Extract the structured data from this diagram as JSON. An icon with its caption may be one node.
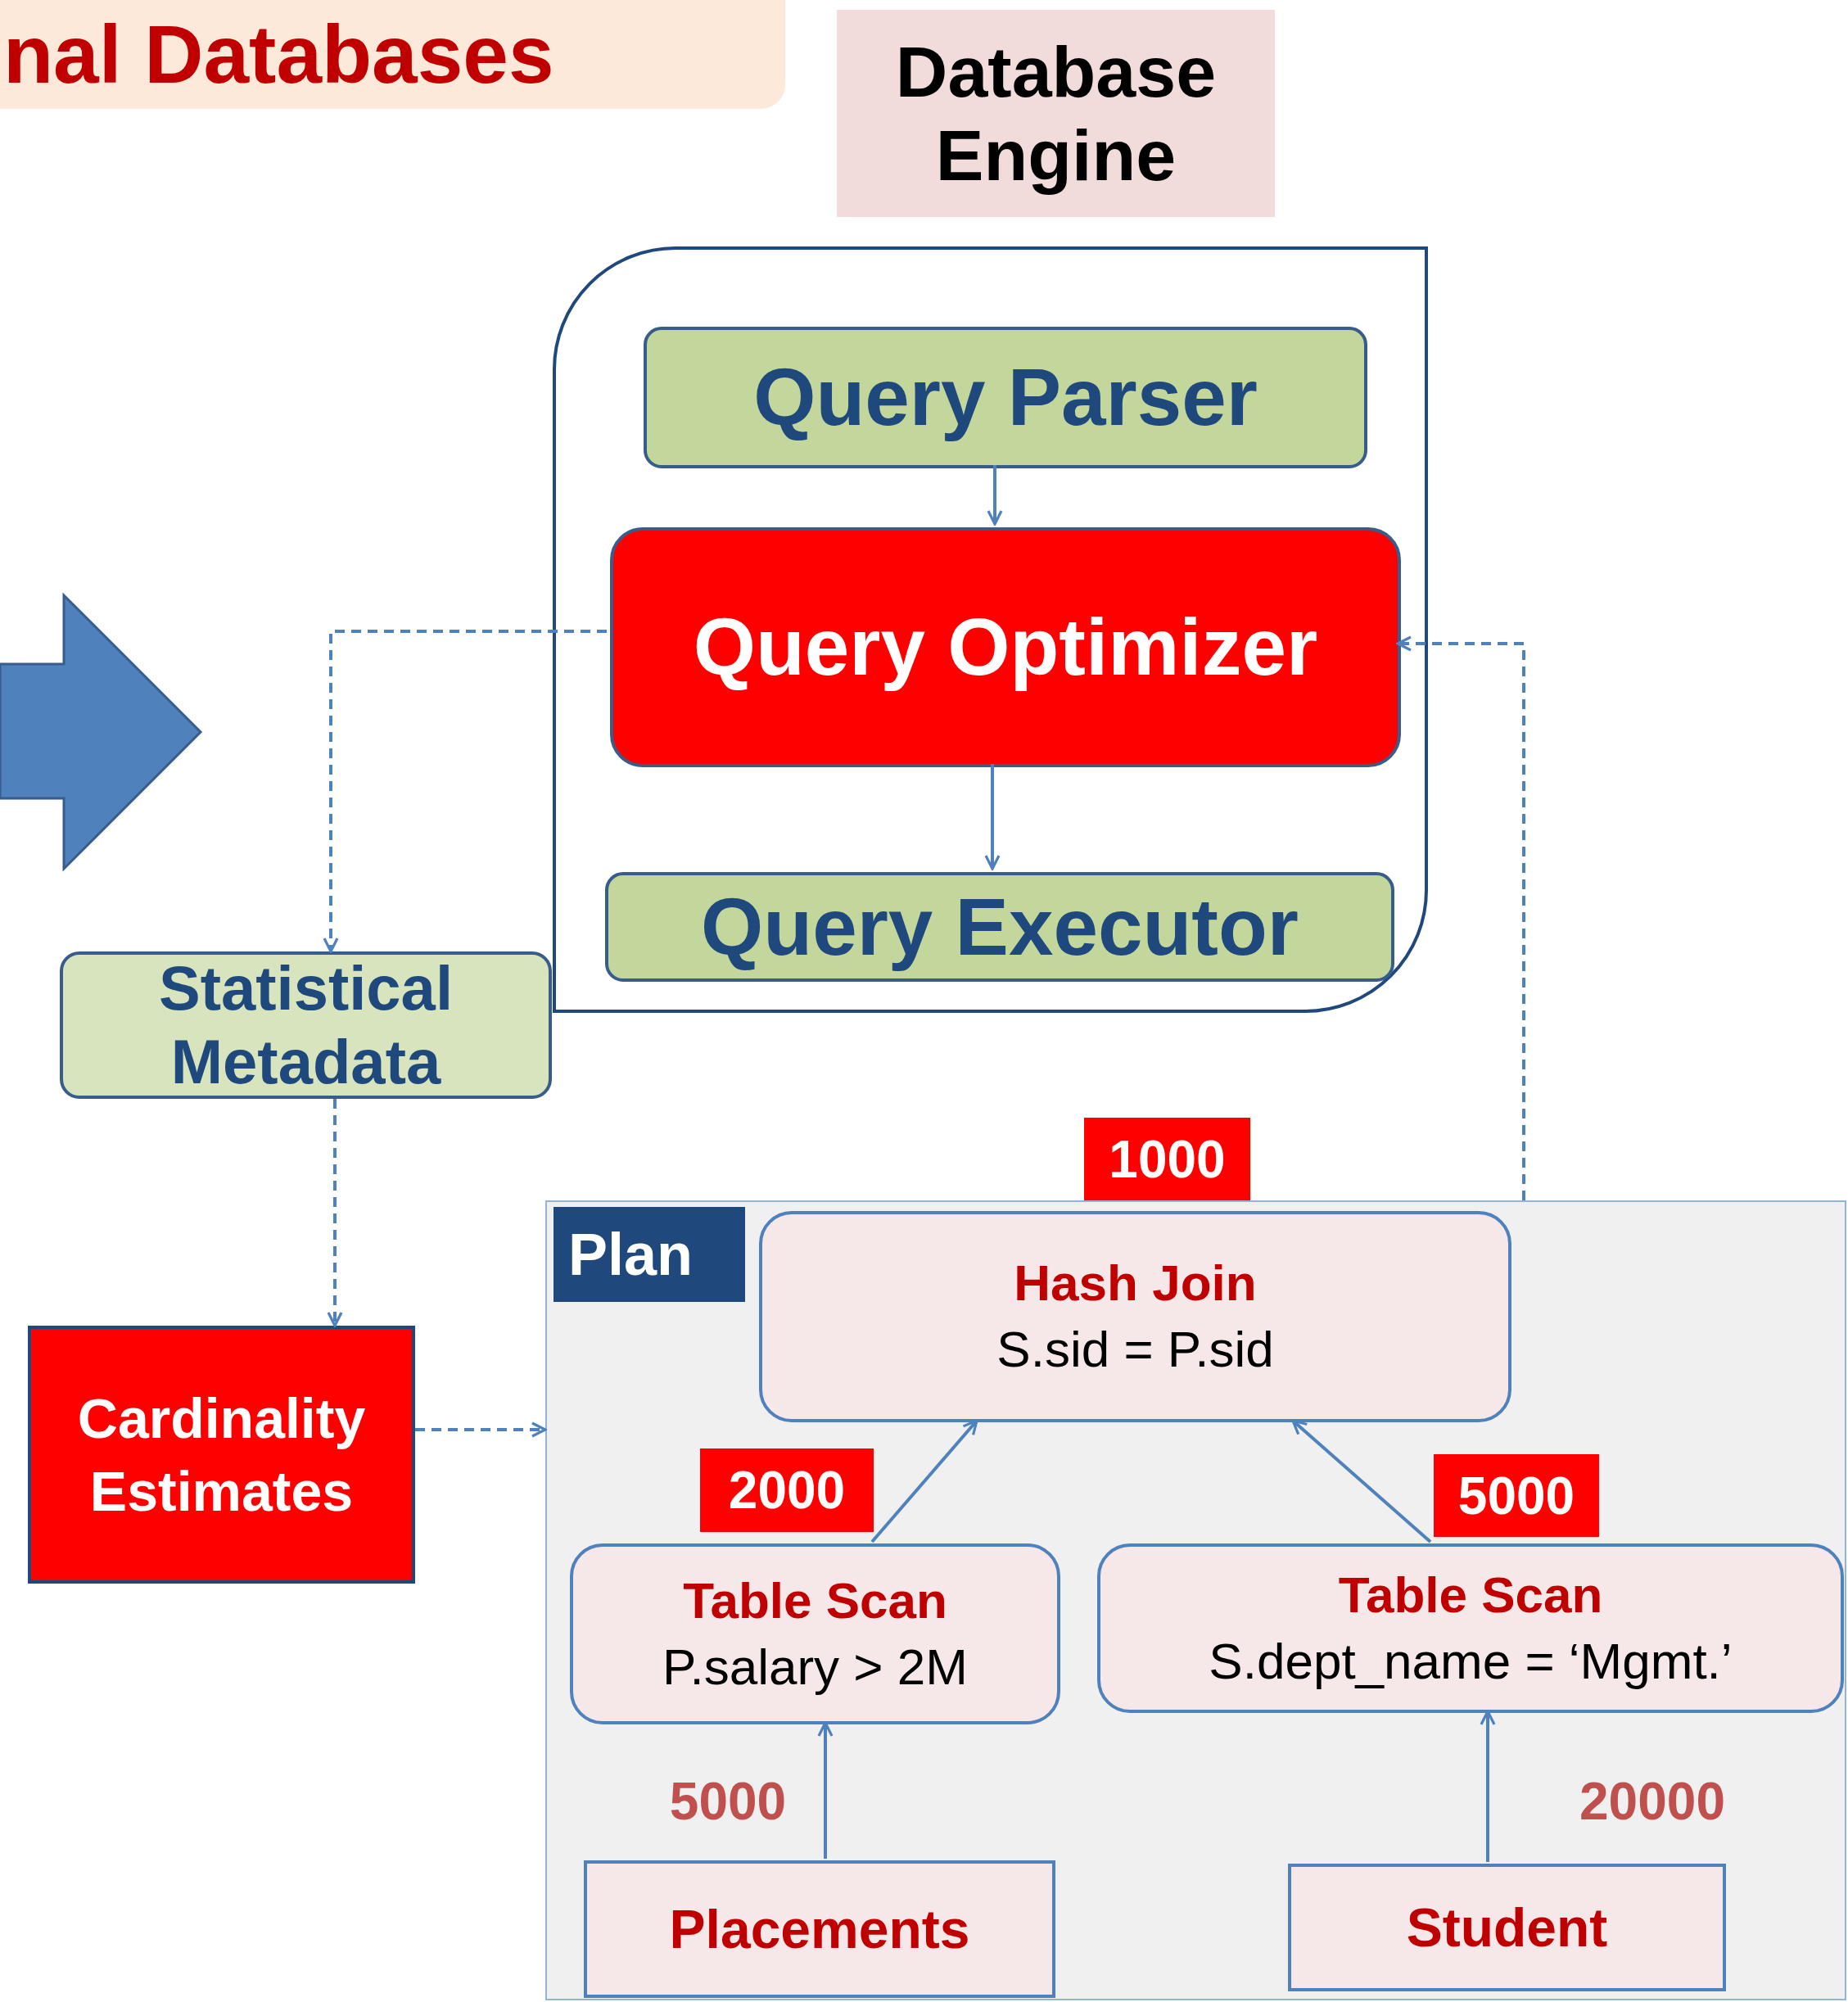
{
  "diagram": {
    "nodes": [
      {
        "text": [
          "nal Databases"
        ]
      },
      {
        "text": [
          "Database Engine"
        ]
      },
      {
        "text": [],
        "shape": "box"
      },
      {
        "text": [
          "Query Parser"
        ],
        "in": 2
      },
      {
        "text": [
          "Query Optimizer"
        ],
        "in": 2
      },
      {
        "text": [
          "Query Executor"
        ],
        "in": 2
      },
      {
        "text": [
          "Statistical Metadata"
        ]
      },
      {
        "text": [
          "1000"
        ]
      },
      {
        "text": [
          "Cardinality Estimates"
        ]
      },
      {
        "text": [
          "Plan"
        ]
      },
      {
        "text": [
          "Hash Join",
          "S.sid = P.sid"
        ],
        "in": 9
      },
      {
        "text": [
          "2000"
        ],
        "in": 9
      },
      {
        "text": [
          "5000"
        ],
        "in": 9
      },
      {
        "text": [
          "Table Scan",
          "P.salary  > 2M"
        ],
        "in": 9
      },
      {
        "text": [
          "Table Scan",
          "S.dept_name = ‘Mgmt.’"
        ],
        "in": 9
      },
      {
        "text": [
          "Placements"
        ],
        "in": 9
      },
      {
        "text": [
          "Student"
        ],
        "in": 9
      }
    ],
    "edges": [
      {
        "from": 3,
        "to": 4,
        "arrow": "to"
      },
      {
        "from": 4,
        "to": 5,
        "arrow": "to"
      },
      {
        "from": 4,
        "to": 6,
        "arrow": "to",
        "style": "dashed"
      },
      {
        "from": 6,
        "to": 8,
        "arrow": "to",
        "style": "dashed"
      },
      {
        "from": 8,
        "to": 9,
        "arrow": "to",
        "style": "dashed"
      },
      {
        "from": 9,
        "to": 4,
        "arrow": "to",
        "style": "dashed"
      },
      {
        "from": 13,
        "to": 10,
        "arrow": "to"
      },
      {
        "from": 14,
        "to": 10,
        "arrow": "to"
      },
      {
        "from": 15,
        "to": 13,
        "arrow": "to"
      },
      {
        "from": 16,
        "to": 14,
        "arrow": "to"
      }
    ],
    "labels": [
      "5000",
      "20000"
    ]
  }
}
